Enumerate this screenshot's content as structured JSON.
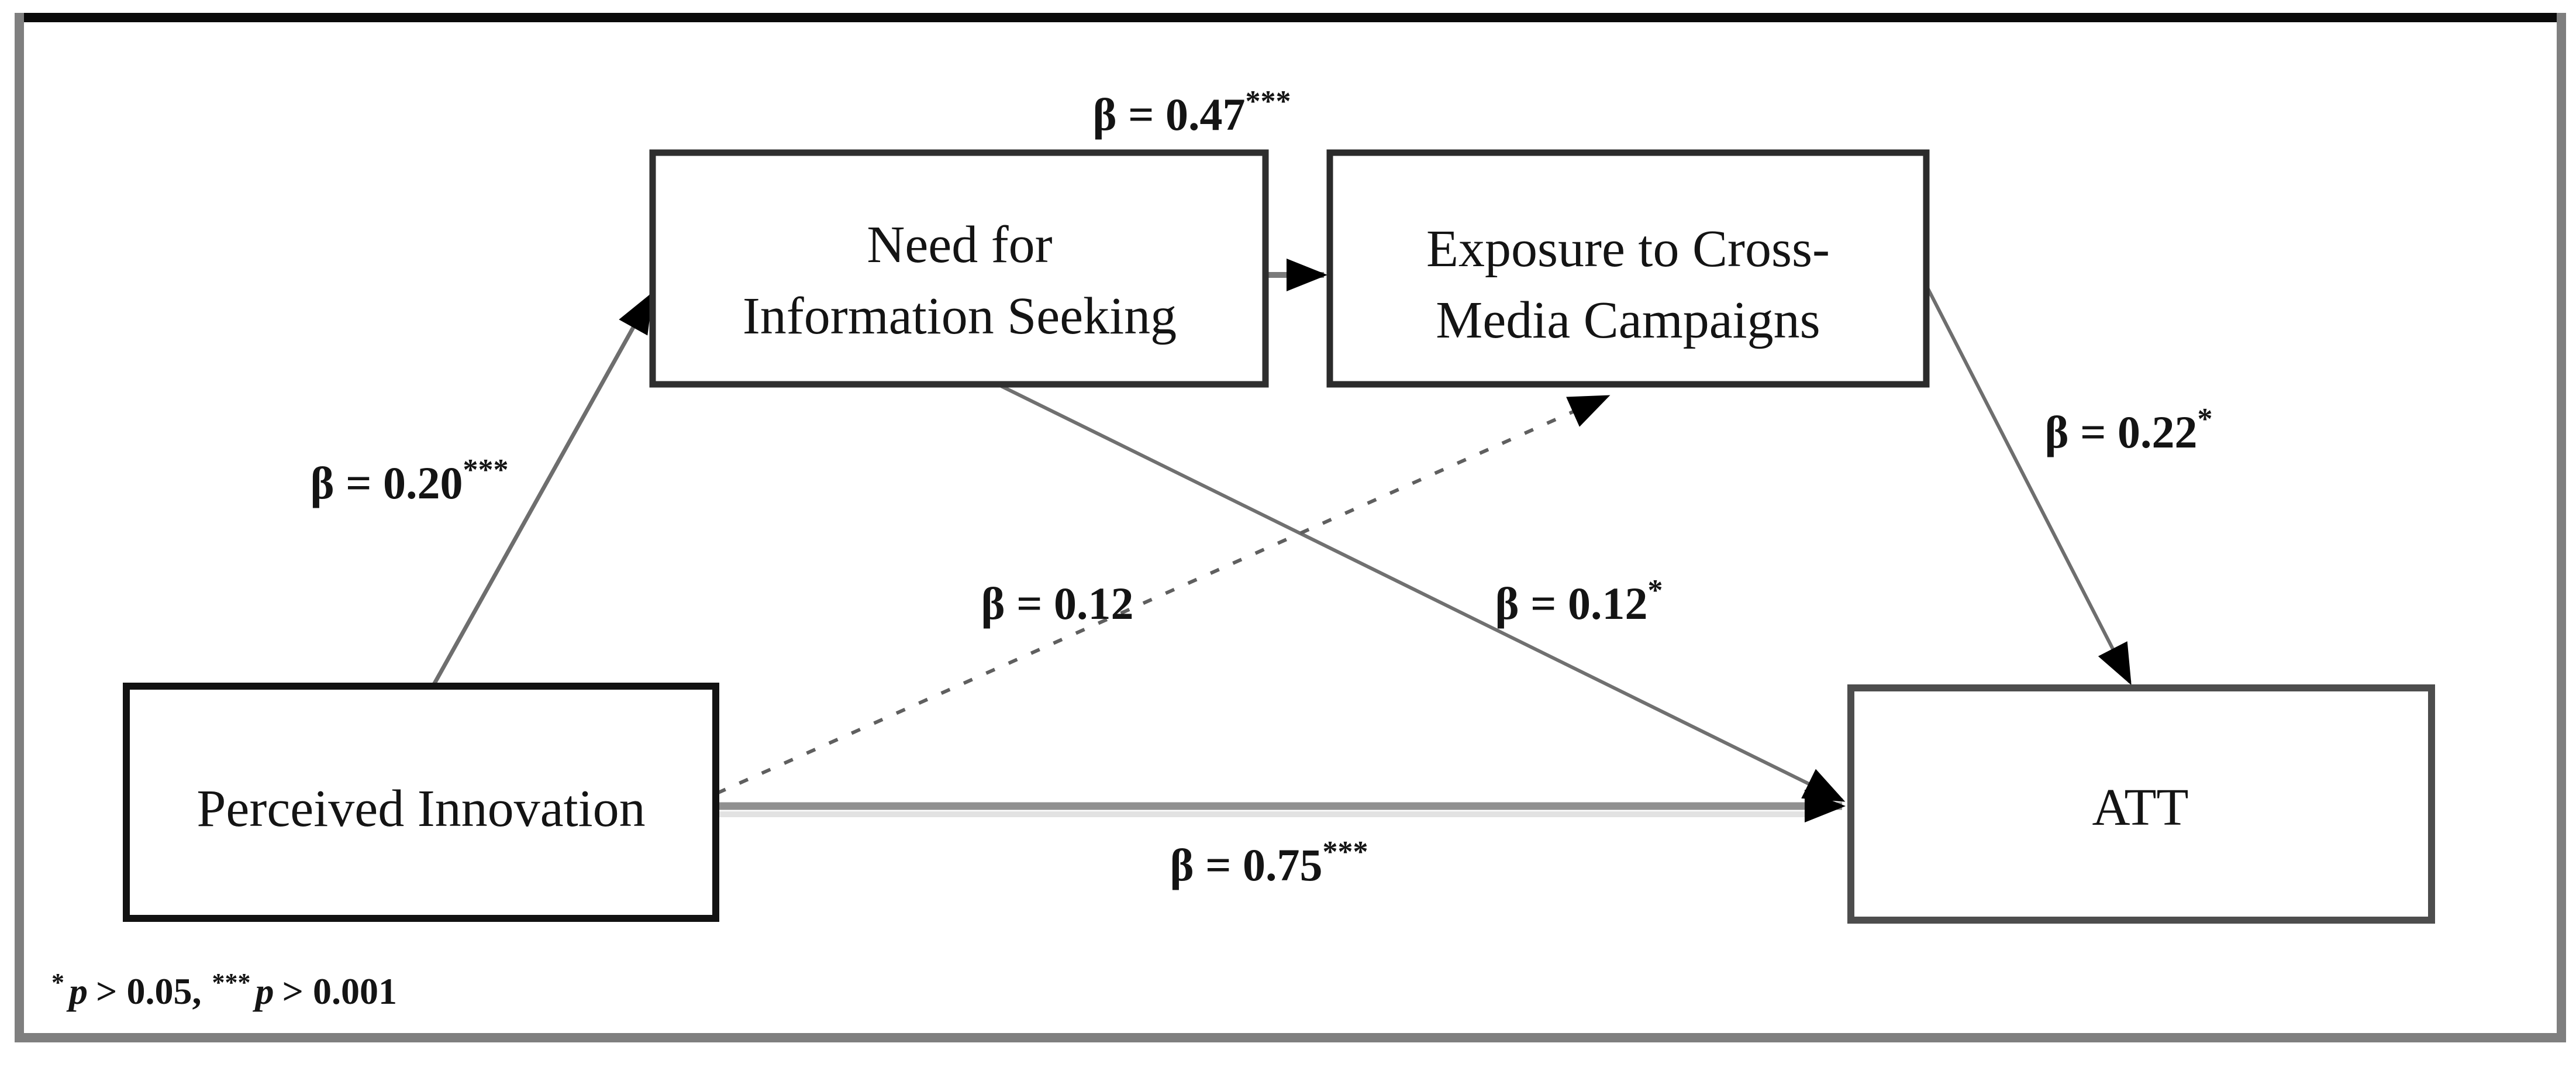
{
  "diagram": {
    "nodes": {
      "need": {
        "line1": "Need for",
        "line2": "Information Seeking"
      },
      "exposure": {
        "line1": "Exposure to Cross-",
        "line2": "Media Campaigns"
      },
      "perceived_innovation": {
        "label": "Perceived Innovation"
      },
      "att": {
        "label": "ATT"
      }
    },
    "edges": [
      {
        "from": "Perceived Innovation",
        "to": "Need for Information Seeking",
        "beta": "β = 0.20",
        "sig": "***",
        "style": "solid"
      },
      {
        "from": "Need for Information Seeking",
        "to": "Exposure to Cross-Media Campaigns",
        "beta": "β = 0.47",
        "sig": "***",
        "style": "solid"
      },
      {
        "from": "Exposure to Cross-Media Campaigns",
        "to": "ATT",
        "beta": "β = 0.22",
        "sig": "*",
        "style": "solid"
      },
      {
        "from": "Need for Information Seeking",
        "to": "ATT",
        "beta": "β = 0.12",
        "sig": "*",
        "style": "solid"
      },
      {
        "from": "Perceived Innovation",
        "to": "ATT",
        "beta": "β = 0.75",
        "sig": "***",
        "style": "solid"
      },
      {
        "from": "Perceived Innovation",
        "to": "Exposure to Cross-Media Campaigns",
        "beta": "β = 0.12",
        "sig": "",
        "style": "dashed"
      }
    ],
    "footnote": {
      "star1": "*",
      "p1": "p",
      "cond1": "> 0.05,",
      "star2": "***",
      "p2": "p",
      "cond2": "> 0.001"
    },
    "colors": {
      "frame_gray": "#7f7f7f",
      "frame_top_black": "#0a0a0a",
      "thin_line_gray": "#6e6e6e",
      "main_path_gray": "#909090",
      "arrowhead_black": "#000000",
      "text_black": "#141414"
    }
  }
}
